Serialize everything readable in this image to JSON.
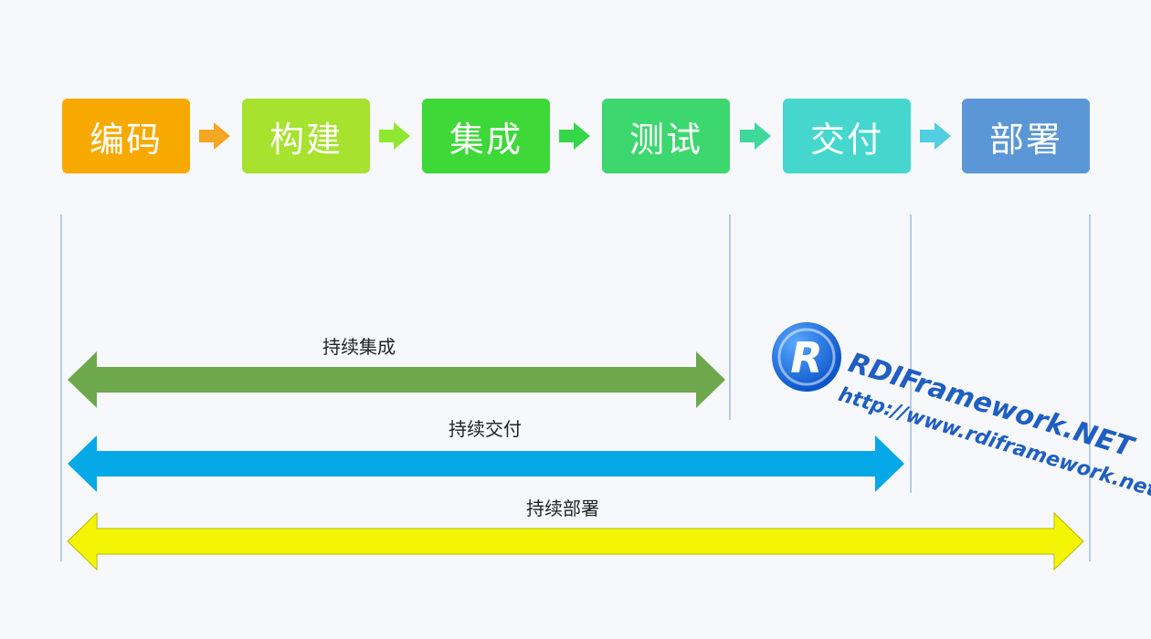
{
  "stages": [
    {
      "label": "编码",
      "color": "#f8a900"
    },
    {
      "label": "构建",
      "color": "#a6e22e"
    },
    {
      "label": "集成",
      "color": "#3ed838"
    },
    {
      "label": "测试",
      "color": "#3dd76f"
    },
    {
      "label": "交付",
      "color": "#45d7cd"
    },
    {
      "label": "部署",
      "color": "#5b97d6"
    }
  ],
  "connector_colors": [
    "#f5a623",
    "#8ee82f",
    "#37d54a",
    "#3ed89a",
    "#4fcfe0"
  ],
  "spans": [
    {
      "label": "持续集成",
      "color": "#6ea84c",
      "end_stage": "测试"
    },
    {
      "label": "持续交付",
      "color": "#04a8e6",
      "end_stage": "交付"
    },
    {
      "label": "持续部署",
      "color": "#f3f505",
      "end_stage": "部署"
    }
  ],
  "watermark": {
    "logo_letter": "R",
    "line1": "RDIFramework.NET",
    "line2": "http://www.rdiframework.net"
  }
}
